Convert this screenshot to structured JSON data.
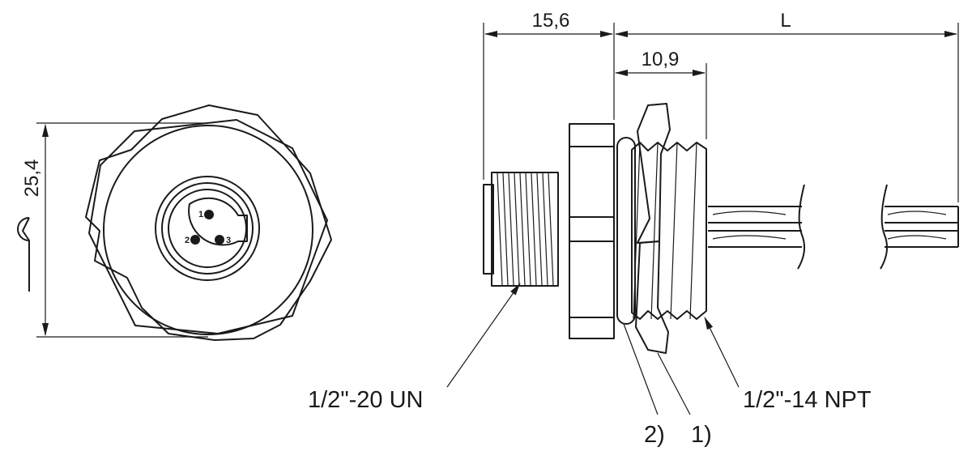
{
  "dimensions": {
    "body_width": "15,6",
    "length": "L",
    "thread_length": "10,9",
    "wrench_size": "25,4"
  },
  "callouts": {
    "front_thread": "1/2\"-20 UN",
    "rear_thread": "1/2\"-14 NPT",
    "part_1": "1)",
    "part_2": "2)"
  },
  "pins": [
    {
      "number": "1"
    },
    {
      "number": "2"
    },
    {
      "number": "3"
    }
  ],
  "icons": {
    "wrench": "wrench-icon"
  }
}
